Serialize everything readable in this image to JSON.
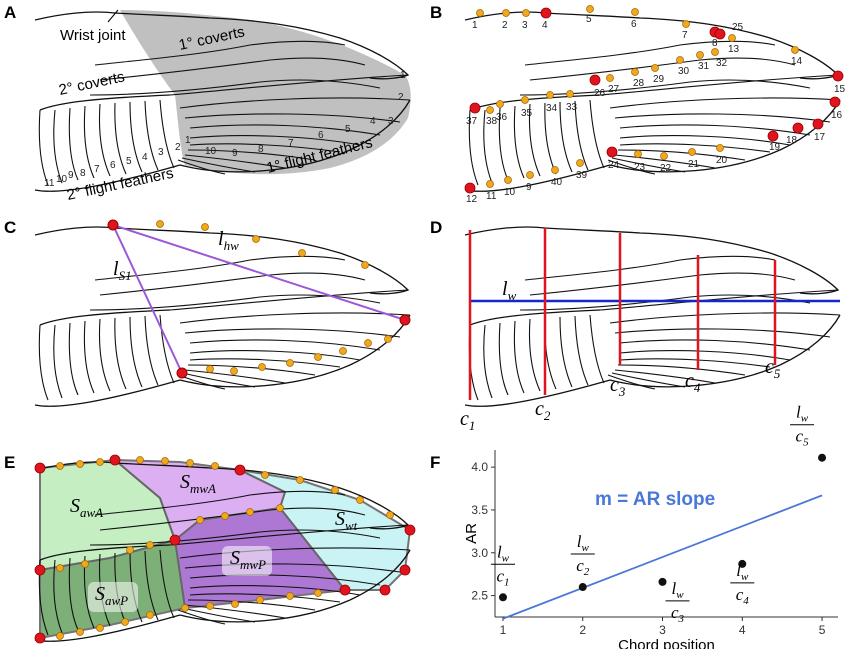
{
  "panels": {
    "A": {
      "label": "A",
      "wrist_joint": "Wrist joint",
      "primary_coverts": "1° coverts",
      "secondary_coverts": "2° coverts",
      "primary_flight": "1° flight feathers",
      "secondary_flight": "2° flight feathers",
      "primary_numbers": [
        "1",
        "2",
        "3",
        "4",
        "5",
        "6",
        "7",
        "8",
        "9",
        "10"
      ],
      "secondary_numbers": [
        "1",
        "2",
        "3",
        "4",
        "5",
        "6",
        "7",
        "8",
        "9",
        "10",
        "11"
      ]
    },
    "B": {
      "label": "B",
      "landmarks": [
        "1",
        "2",
        "3",
        "4",
        "5",
        "6",
        "7",
        "8",
        "13",
        "14",
        "15",
        "16",
        "17",
        "18",
        "19",
        "20",
        "21",
        "22",
        "23",
        "24",
        "25",
        "26",
        "27",
        "28",
        "29",
        "30",
        "31",
        "32",
        "33",
        "34",
        "35",
        "36",
        "37",
        "38",
        "39",
        "40",
        "9",
        "10",
        "11",
        "12"
      ]
    },
    "C": {
      "label": "C",
      "l_symbol": "l",
      "s1_sub": "S1",
      "hw_sub": "hw"
    },
    "D": {
      "label": "D",
      "lw_symbol": "l",
      "lw_sub": "w",
      "chords": [
        {
          "c": "c",
          "sub": "1"
        },
        {
          "c": "c",
          "sub": "2"
        },
        {
          "c": "c",
          "sub": "3"
        },
        {
          "c": "c",
          "sub": "4"
        },
        {
          "c": "c",
          "sub": "5"
        }
      ]
    },
    "E": {
      "label": "E",
      "regions": [
        {
          "s": "S",
          "sub": "awA",
          "color": "#bfeebd"
        },
        {
          "s": "S",
          "sub": "mwA",
          "color": "#d9a7f2"
        },
        {
          "s": "S",
          "sub": "wt",
          "color": "#c5f2f5"
        },
        {
          "s": "S",
          "sub": "mwP",
          "color": "#a56ad0"
        },
        {
          "s": "S",
          "sub": "awP",
          "color": "#6fa86b"
        }
      ]
    },
    "F": {
      "label": "F",
      "annotation": "m = AR slope",
      "frac_num": "l",
      "frac_num_sub": "w",
      "frac_den": "c"
    }
  },
  "chart_data": {
    "type": "scatter",
    "xlabel": "Chord position",
    "ylabel": "AR",
    "xlim": [
      0.9,
      5.2
    ],
    "ylim": [
      2.25,
      4.2
    ],
    "x_ticks": [
      "1",
      "2",
      "3",
      "4",
      "5"
    ],
    "y_ticks": [
      "2.5",
      "3.0",
      "3.5",
      "4.0"
    ],
    "points": [
      {
        "x": 1,
        "y": 2.48,
        "label_sub": "1"
      },
      {
        "x": 2,
        "y": 2.6,
        "label_sub": "2"
      },
      {
        "x": 3,
        "y": 2.66,
        "label_sub": "3"
      },
      {
        "x": 4,
        "y": 2.87,
        "label_sub": "4"
      },
      {
        "x": 5,
        "y": 4.11,
        "label_sub": "5"
      }
    ],
    "fit_line": {
      "x": [
        1,
        5
      ],
      "y": [
        2.23,
        3.67
      ],
      "color": "#4a78d8"
    },
    "grid": false
  }
}
